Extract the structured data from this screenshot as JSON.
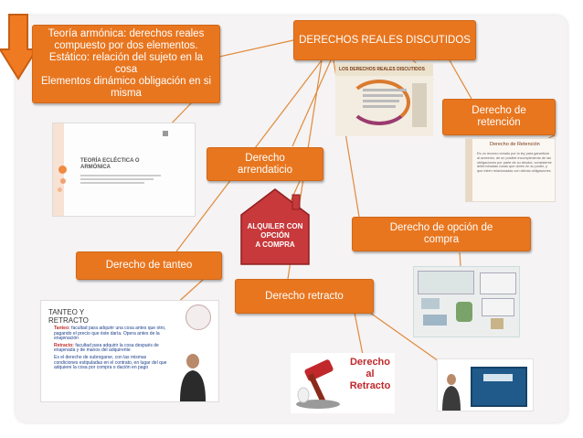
{
  "colors": {
    "node_fill": "#e8761f",
    "connector": "#e08a3c",
    "arrow": "#f07a22",
    "house": "#c8393b"
  },
  "nodes": {
    "teoria": "Teoría armónica: derechos  reales\ncompuesto por dos elementos.\nEstático: relación del sujeto en la\ncosa\nElementos dinámico obligación en si\nmisma",
    "discutidos": "DERECHOS REALES DISCUTIDOS",
    "retencion": "Derecho de\nretención",
    "arrendaticio": "Derecho\narrendaticio",
    "opcion_compra": "Derecho de opción de\ncompra",
    "tanteo": "Derecho de tanteo",
    "retracto": "Derecho retracto"
  },
  "images": {
    "teoria_slide_title": "TEORÍA ECLÉCTICA O\nARMÓNICA",
    "discutidos_slide_title": "LOS DERECHOS REALES DISCUTIDOS",
    "retencion_slide_title": "Derecho de Retención",
    "retencion_slide_text": "Es un recurso creado por la ley para garantizar al acreedor, de un posible incumplimiento de las obligaciones por parte de su deudor, consistente determinadas cosas que obren en su poder, y que estén relacionadas con dichas obligaciones",
    "house_sign": "ALQUILER CON\nOPCIÓN\nA COMPRA",
    "tanteo_slide_title": "TANTEO Y\nRETRACTO",
    "tanteo_bullet_1_label": "Tanteo:",
    "tanteo_bullet_1_text": " facultad para adquirir una cosa antes que otro, pagando el precio que éste daría. Opera antes de la enajenación",
    "tanteo_bullet_2_label": "Retracto:",
    "tanteo_bullet_2_text": " facultad para adquirir la cosa después de enajenada y de manos del adquirente",
    "tanteo_bullet_3": "Es el derecho de subrogarse, con las mismas condiciones estipuladas en el contrato, en lugar del que adquiere la cosa por compra o dación en pago",
    "retracto_sign": "Derecho\nal\nRetracto"
  }
}
